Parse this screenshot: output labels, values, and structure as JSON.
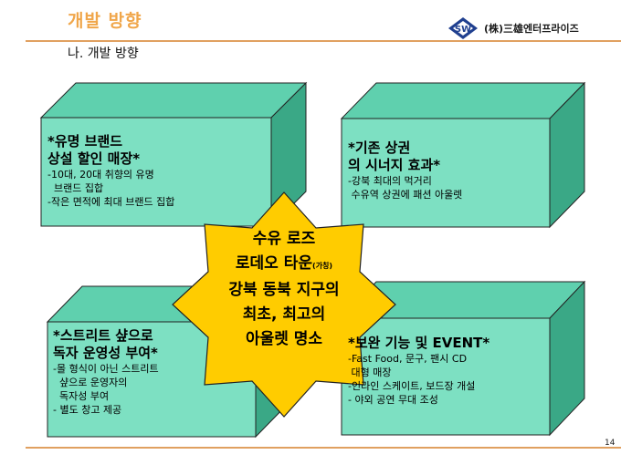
{
  "header": {
    "title": "개발 방향",
    "company": "(株)三雄엔터프라이즈",
    "logo_letters": "SW",
    "accent_color": "#f0a64a"
  },
  "subtitle": "나.  개발 방향",
  "page_number": "14",
  "colors": {
    "box_front": "#7de0c2",
    "box_top": "#5fd0ae",
    "box_side": "#3aa886",
    "star": "#ffcc00"
  },
  "boxes": [
    {
      "heading": [
        "*유명 브랜드",
        "상설 할인 매장*"
      ],
      "details": [
        "-10대, 20대 취향의 유명",
        "  브랜드 집합",
        "-작은 면적에 최대 브랜드 집합"
      ]
    },
    {
      "heading": [
        "*기존 상권",
        "의 시너지 효과*"
      ],
      "details": [
        "-강북 최대의 먹거리",
        " 수유역 상권에 패션 아울렛"
      ]
    },
    {
      "heading": [
        "*스트리트 샾으로",
        "독자 운영성 부여*"
      ],
      "details": [
        "-몰 형식이 아닌 스트리트",
        "  샾으로 운영자의",
        "  독자성 부여",
        "- 별도 창고 제공"
      ]
    },
    {
      "heading": [
        "*보완 기능 및 EVENT*"
      ],
      "details": [
        "-Fast Food, 문구, 팬시 CD",
        " 대형 매장",
        "-인라인 스케이트, 보드장 개설",
        "- 야외 공연 무대 조성"
      ]
    }
  ],
  "center_star": {
    "line1": "수유 로즈",
    "line2": "로데오 타운",
    "line2_note": "(가칭)",
    "line3": "강북 동북 지구의",
    "line4": "최초, 최고의",
    "line5": "아울렛 명소"
  }
}
